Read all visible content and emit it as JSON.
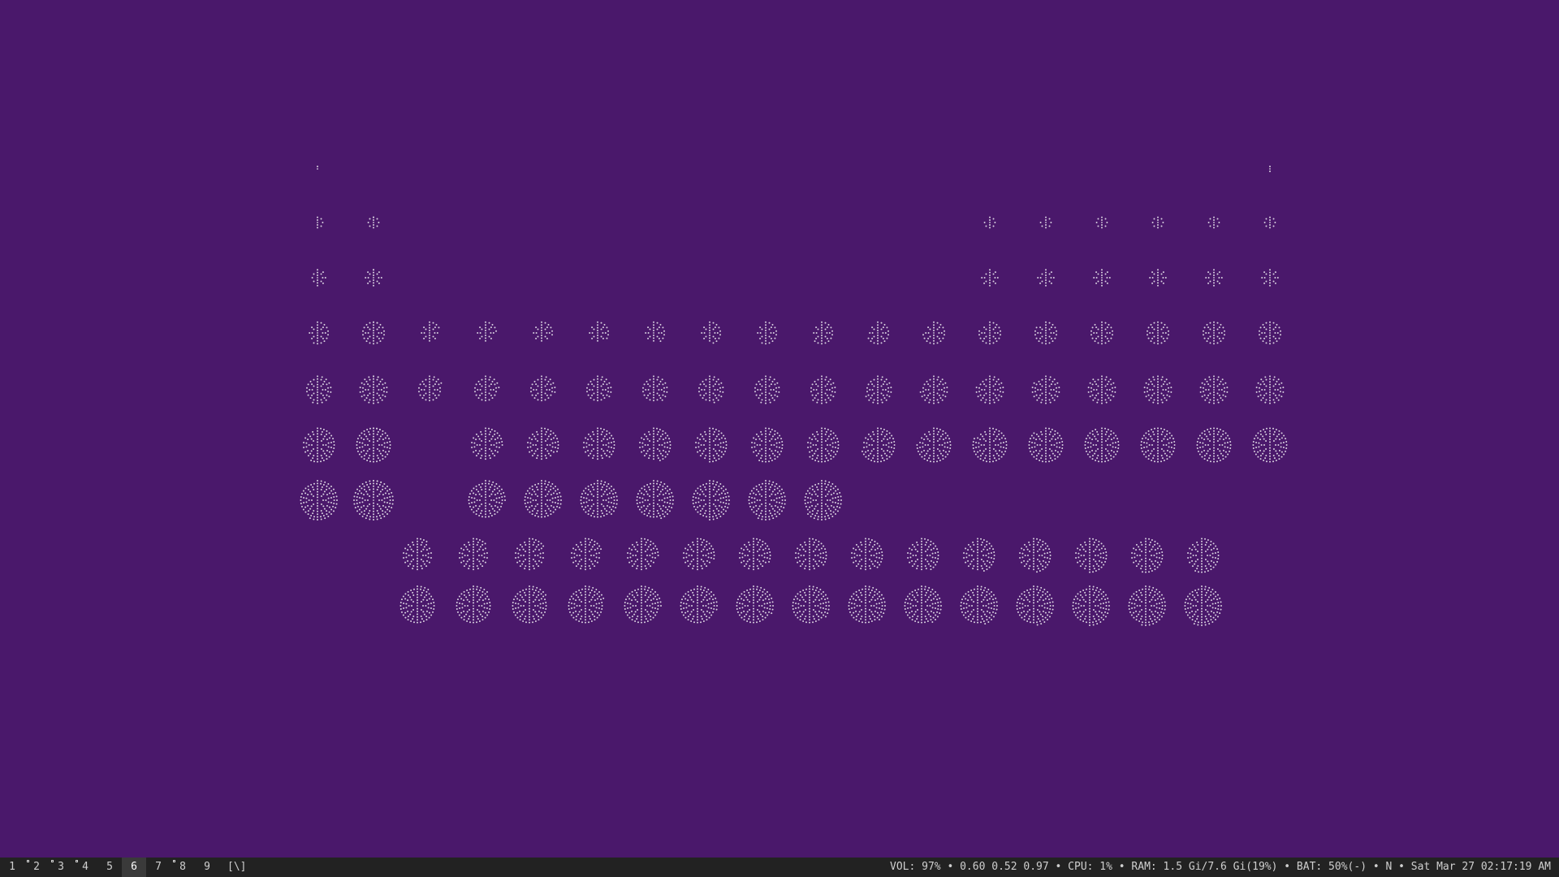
{
  "desktop": {
    "background_color": "#4a186b",
    "dot_color": "#d8d0e0",
    "wallpaper": "periodic-table-of-atomic-orbital-dots",
    "periods": [
      {
        "period": 1,
        "groups": [
          1,
          18
        ]
      },
      {
        "period": 2,
        "groups": [
          1,
          2,
          13,
          14,
          15,
          16,
          17,
          18
        ]
      },
      {
        "period": 3,
        "groups": [
          1,
          2,
          13,
          14,
          15,
          16,
          17,
          18
        ]
      },
      {
        "period": 4,
        "groups": [
          1,
          2,
          3,
          4,
          5,
          6,
          7,
          8,
          9,
          10,
          11,
          12,
          13,
          14,
          15,
          16,
          17,
          18
        ]
      },
      {
        "period": 5,
        "groups": [
          1,
          2,
          3,
          4,
          5,
          6,
          7,
          8,
          9,
          10,
          11,
          12,
          13,
          14,
          15,
          16,
          17,
          18
        ]
      },
      {
        "period": 6,
        "groups": [
          1,
          2,
          4,
          5,
          6,
          7,
          8,
          9,
          10,
          11,
          12,
          13,
          14,
          15,
          16,
          17,
          18
        ]
      },
      {
        "period": 7,
        "groups": [
          1,
          2,
          4,
          5,
          6,
          7,
          8,
          9,
          10
        ]
      },
      {
        "period": "lanthanides",
        "count": 15
      },
      {
        "period": "actinides",
        "count": 15
      }
    ]
  },
  "statusbar": {
    "background_color": "#222222",
    "text_color": "#cfcfcf",
    "workspaces": [
      {
        "label": "1",
        "occupied": false,
        "active": false
      },
      {
        "label": "2",
        "occupied": true,
        "active": false
      },
      {
        "label": "3",
        "occupied": true,
        "active": false
      },
      {
        "label": "4",
        "occupied": true,
        "active": false
      },
      {
        "label": "5",
        "occupied": false,
        "active": false
      },
      {
        "label": "6",
        "occupied": false,
        "active": true
      },
      {
        "label": "7",
        "occupied": false,
        "active": false
      },
      {
        "label": "8",
        "occupied": true,
        "active": false
      },
      {
        "label": "9",
        "occupied": false,
        "active": false
      }
    ],
    "layout_symbol": "[\\]",
    "status_text": "VOL: 97% • 0.60 0.52 0.97 • CPU: 1% • RAM: 1.5 Gi/7.6 Gi(19%) • BAT: 50%(-) • N • Sat Mar 27 02:17:19 AM"
  }
}
